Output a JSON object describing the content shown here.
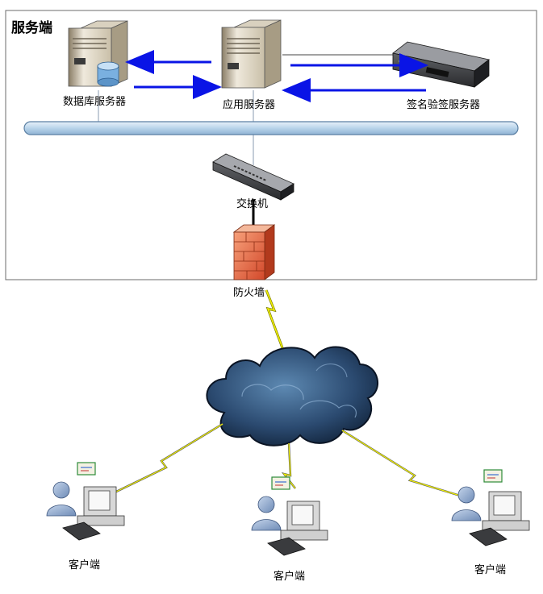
{
  "server_zone": {
    "title": "服务端"
  },
  "nodes": {
    "db_server": "数据库服务器",
    "app_server": "应用服务器",
    "sig_server": "签名验签服务器",
    "switch": "交换机",
    "firewall": "防火墙"
  },
  "clients": [
    {
      "label": "客户端"
    },
    {
      "label": "客户端"
    },
    {
      "label": "客户端"
    }
  ],
  "colors": {
    "arrow": "#0a14e6",
    "bus": "#b9d4ea",
    "cloud": "#1f3a5c",
    "lightning": "#f2f200",
    "firewall": "#e46a3a"
  }
}
